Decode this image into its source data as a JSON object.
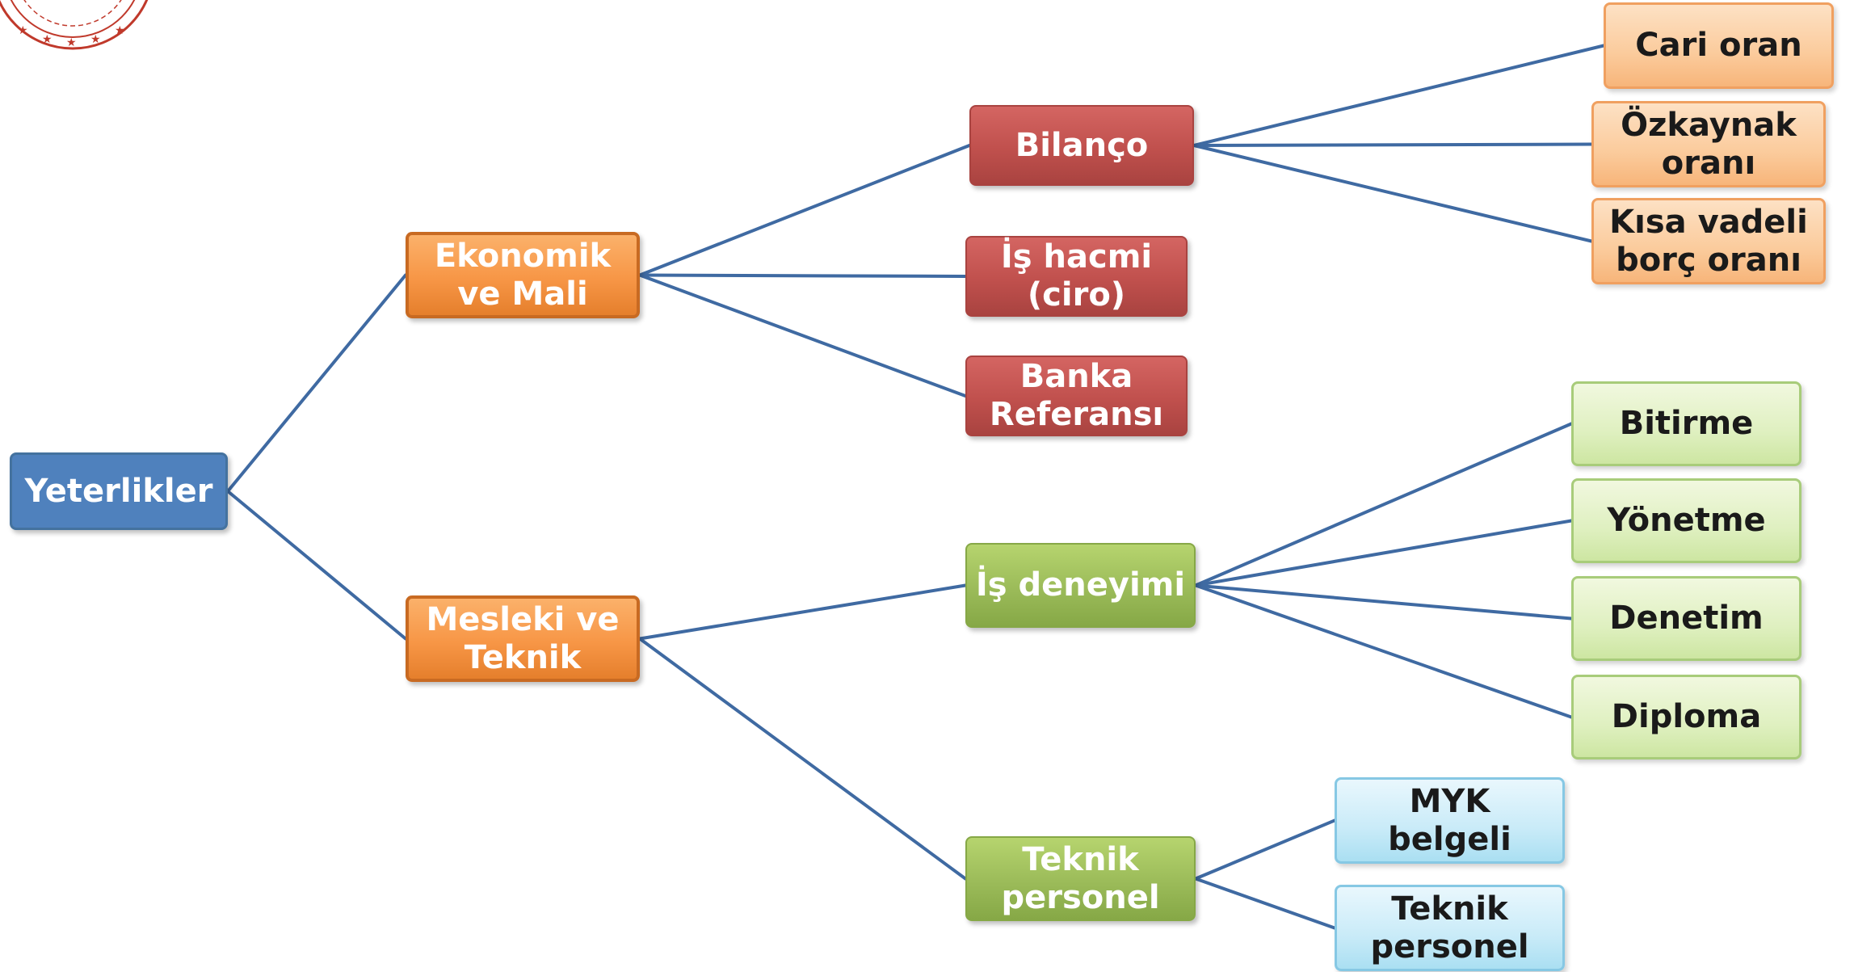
{
  "colors": {
    "connector": "#3f6aa2",
    "root": "#4f81bd",
    "level1": "#f79646",
    "economic_leaf": "#c0504d",
    "professional_leaf": "#9bbb59",
    "ratio_leaf": "#fbcb9c",
    "experience_leaf": "#dff0c0",
    "personnel_leaf": "#c9ebf8"
  },
  "nodes": {
    "root": "Yeterlikler",
    "ekonomik": "Ekonomik\nve Mali",
    "mesleki": "Mesleki ve\nTeknik",
    "bilanco": "Bilanço",
    "is_hacmi": "İş hacmi\n(ciro)",
    "banka": "Banka\nReferansı",
    "is_deneyimi": "İş deneyimi",
    "teknik_personel": "Teknik\npersonel",
    "cari_oran": "Cari oran",
    "ozkaynak": "Özkaynak\noranı",
    "kisa_vadeli": "Kısa vadeli\nborç oranı",
    "bitirme": "Bitirme",
    "yonetme": "Yönetme",
    "denetim": "Denetim",
    "diploma": "Diploma",
    "myk": "MYK\nbelgeli",
    "teknik_personel_leaf": "Teknik\npersonel"
  },
  "edges": [
    [
      "root",
      "ekonomik"
    ],
    [
      "root",
      "mesleki"
    ],
    [
      "ekonomik",
      "bilanco"
    ],
    [
      "ekonomik",
      "is_hacmi"
    ],
    [
      "ekonomik",
      "banka"
    ],
    [
      "bilanco",
      "cari_oran"
    ],
    [
      "bilanco",
      "ozkaynak"
    ],
    [
      "bilanco",
      "kisa_vadeli"
    ],
    [
      "mesleki",
      "is_deneyimi"
    ],
    [
      "mesleki",
      "teknik_personel"
    ],
    [
      "is_deneyimi",
      "bitirme"
    ],
    [
      "is_deneyimi",
      "yonetme"
    ],
    [
      "is_deneyimi",
      "denetim"
    ],
    [
      "is_deneyimi",
      "diploma"
    ],
    [
      "teknik_personel",
      "myk"
    ],
    [
      "teknik_personel",
      "teknik_personel_leaf"
    ]
  ]
}
